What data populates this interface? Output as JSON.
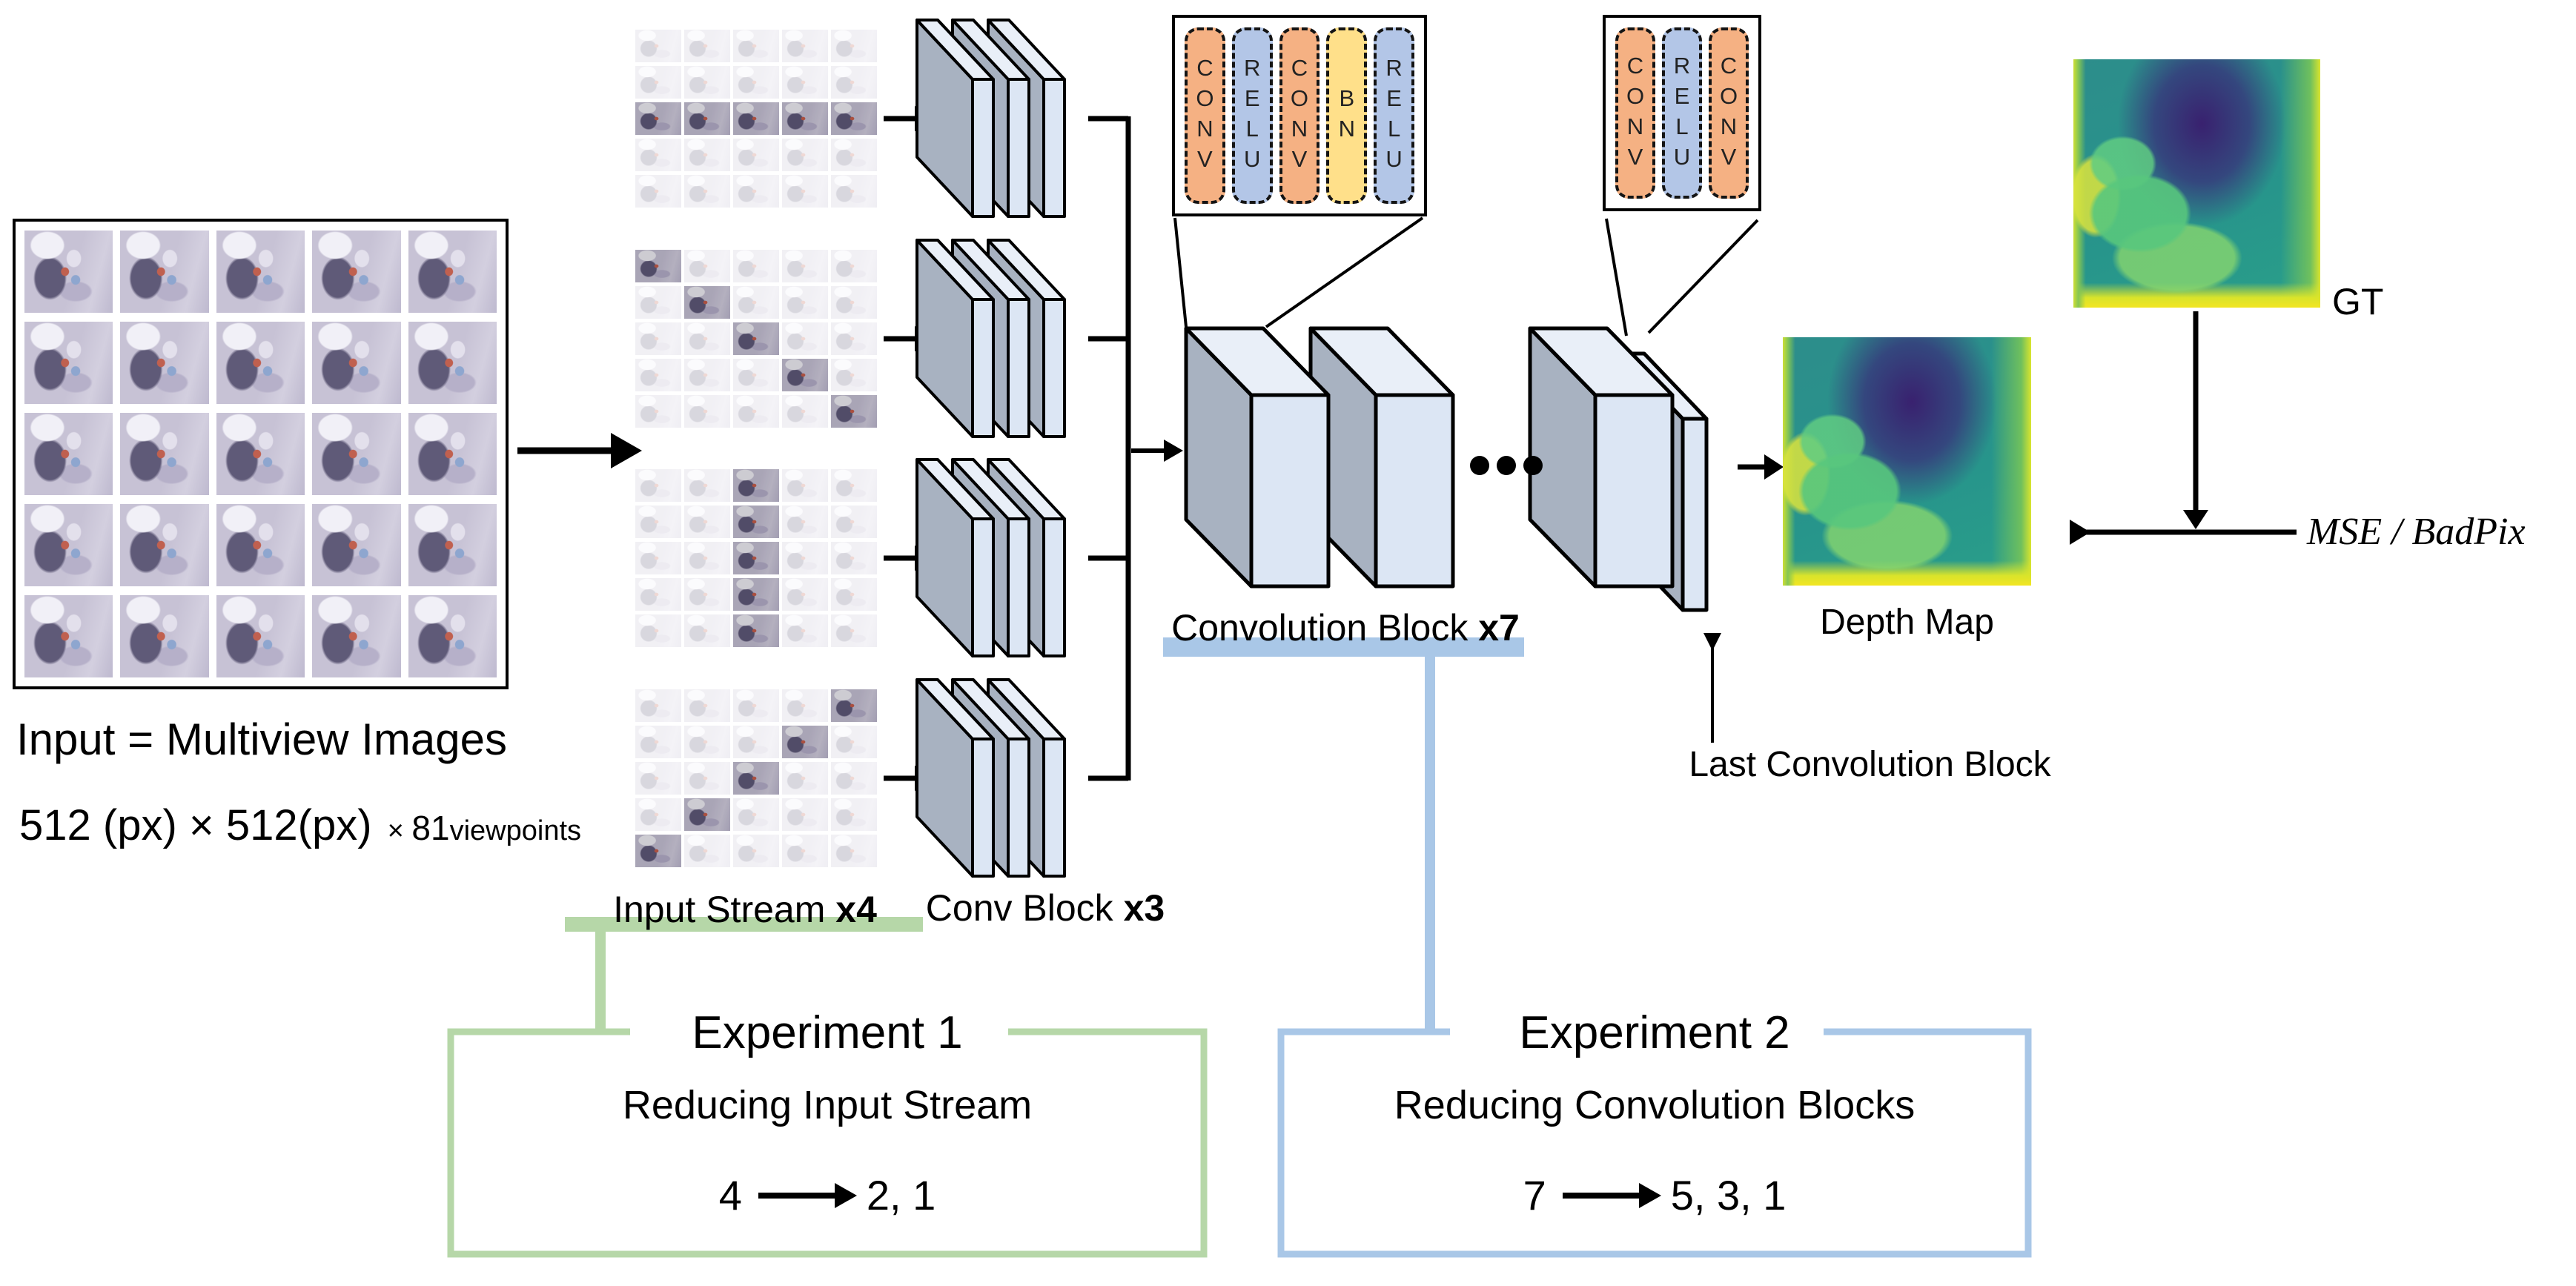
{
  "left_panel": {
    "caption": "Input = Multiview Images",
    "dims_main": "512 (px)  × 512(px)",
    "dims_times": "×",
    "dims_vp_num": "81",
    "dims_vp_word": "viewpoints",
    "grid_rows": 5,
    "grid_cols": 5
  },
  "streams": {
    "label_regular": "Input Stream ",
    "label_bold": "x4",
    "grid": 5,
    "patterns": [
      {
        "name": "horizontal-row",
        "cells": [
          [
            2,
            0
          ],
          [
            2,
            1
          ],
          [
            2,
            2
          ],
          [
            2,
            3
          ],
          [
            2,
            4
          ]
        ]
      },
      {
        "name": "main-diagonal",
        "cells": [
          [
            0,
            0
          ],
          [
            1,
            1
          ],
          [
            2,
            2
          ],
          [
            3,
            3
          ],
          [
            4,
            4
          ]
        ]
      },
      {
        "name": "vertical-column",
        "cells": [
          [
            0,
            2
          ],
          [
            1,
            2
          ],
          [
            2,
            2
          ],
          [
            3,
            2
          ],
          [
            4,
            2
          ]
        ]
      },
      {
        "name": "anti-diagonal",
        "cells": [
          [
            0,
            4
          ],
          [
            1,
            3
          ],
          [
            2,
            2
          ],
          [
            3,
            1
          ],
          [
            4,
            0
          ]
        ]
      }
    ]
  },
  "conv_stack": {
    "label_regular": "Conv Block ",
    "label_bold": "x3"
  },
  "conv_block": {
    "label_regular": "Convolution Block ",
    "label_bold": "x7"
  },
  "last_block": {
    "label": "Last Convolution Block"
  },
  "depth_map": {
    "label": "Depth Map"
  },
  "gt": {
    "label": "GT"
  },
  "metrics": {
    "label": "MSE / BadPix"
  },
  "callout1": {
    "pills": [
      {
        "text": "CONV",
        "type": "conv"
      },
      {
        "text": "RELU",
        "type": "relu"
      },
      {
        "text": "CONV",
        "type": "conv"
      },
      {
        "text": "BN",
        "type": "bn"
      },
      {
        "text": "RELU",
        "type": "relu"
      }
    ]
  },
  "callout2": {
    "pills": [
      {
        "text": "CONV",
        "type": "conv"
      },
      {
        "text": "RELU",
        "type": "relu"
      },
      {
        "text": "CONV",
        "type": "conv"
      }
    ]
  },
  "experiment1": {
    "title": "Experiment 1",
    "subtitle": "Reducing Input Stream",
    "change_from": "4",
    "change_to": "2, 1"
  },
  "experiment2": {
    "title": "Experiment 2",
    "subtitle": "Reducing Convolution Blocks",
    "change_from": "7",
    "change_to": "5, 3, 1"
  },
  "colors": {
    "exp1_green": "#b6d7a8",
    "exp2_blue": "#a9c7e7",
    "pill_orange": "#f5b183",
    "pill_blue": "#b3c6e7",
    "pill_yellow": "#ffe08a",
    "slab_front": "#dce6f4",
    "slab_side": "#a8b2c1",
    "slab_top": "#e9eff8",
    "outline": "#000000"
  }
}
